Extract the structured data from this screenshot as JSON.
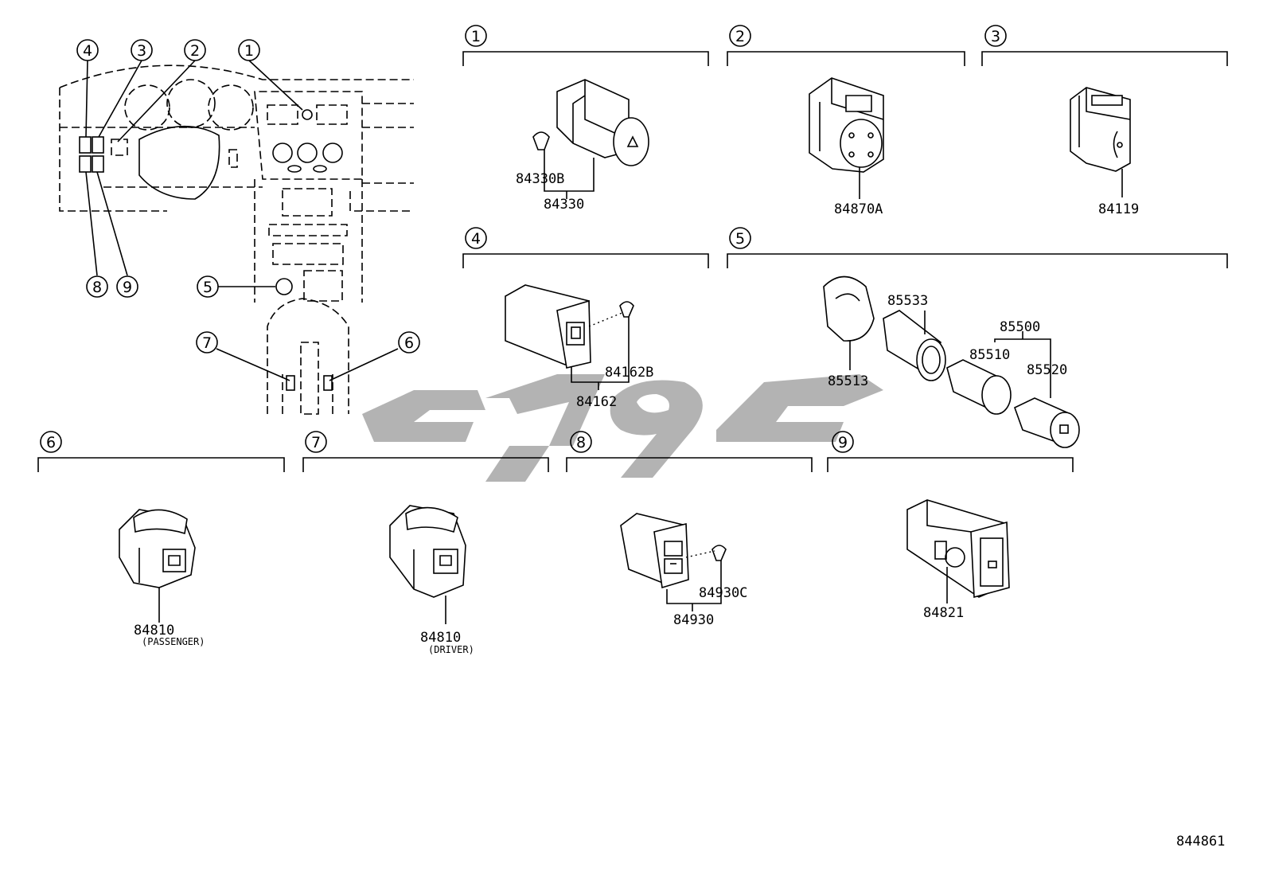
{
  "diagram_id": "844861",
  "watermark": {
    "color": "#b3b3b3"
  },
  "overview": {
    "callouts": [
      "1",
      "2",
      "3",
      "4",
      "5",
      "6",
      "7",
      "8",
      "9"
    ]
  },
  "sections": [
    {
      "number": "1",
      "parts": [
        "84330B",
        "84330"
      ]
    },
    {
      "number": "2",
      "parts": [
        "84870A"
      ]
    },
    {
      "number": "3",
      "parts": [
        "84119"
      ]
    },
    {
      "number": "4",
      "parts": [
        "84162B",
        "84162"
      ]
    },
    {
      "number": "5",
      "parts": [
        "85533",
        "85500",
        "85510",
        "85520",
        "85513"
      ]
    },
    {
      "number": "6",
      "parts": [
        "84810"
      ],
      "note": "(PASSENGER)"
    },
    {
      "number": "7",
      "parts": [
        "84810"
      ],
      "note": "(DRIVER)"
    },
    {
      "number": "8",
      "parts": [
        "84930C",
        "84930"
      ]
    },
    {
      "number": "9",
      "parts": [
        "84821"
      ]
    }
  ]
}
